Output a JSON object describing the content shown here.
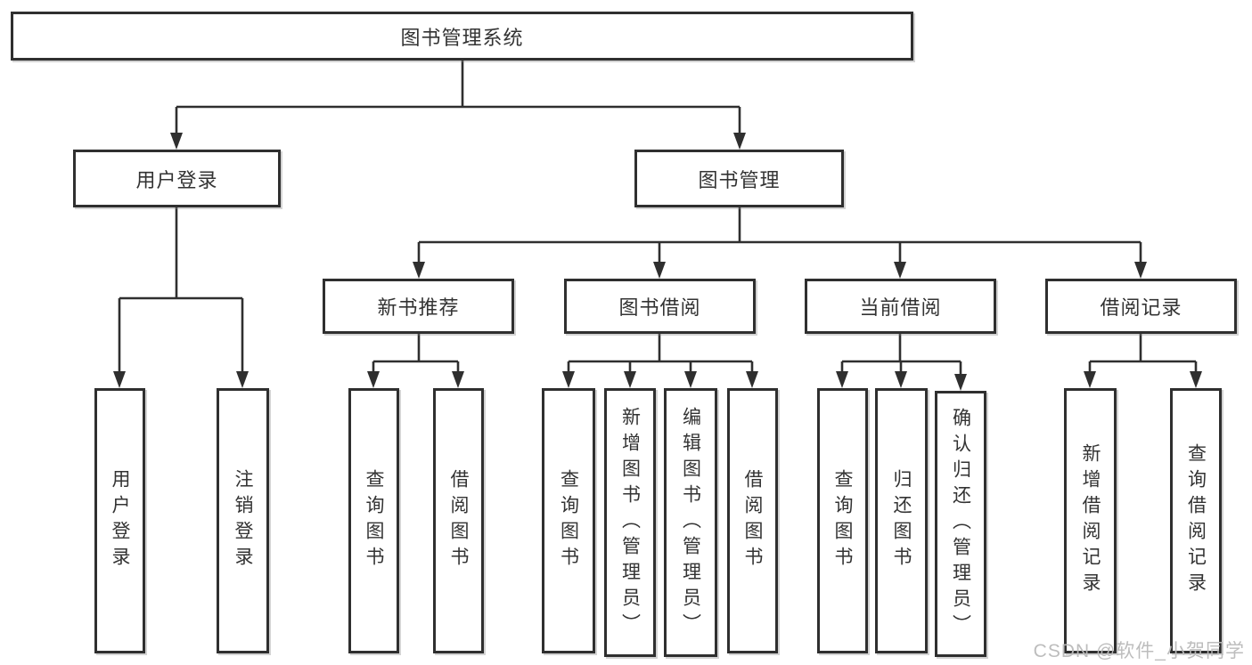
{
  "diagram": {
    "type": "tree",
    "line_color": "#2f2f2f",
    "nodes": {
      "root": "图书管理系统",
      "user_login": "用户登录",
      "book_mgmt": "图书管理",
      "leaf_user_login": "用户登录",
      "leaf_logout": "注销登录",
      "new_book_rec": "新书推荐",
      "book_borrow": "图书借阅",
      "current_borrow": "当前借阅",
      "borrow_records": "借阅记录",
      "nb_query": "查询图书",
      "nb_borrow": "借阅图书",
      "bb_query": "查询图书",
      "bb_add": "新增图书（管理员）",
      "bb_edit": "编辑图书（管理员）",
      "bb_borrow": "借阅图书",
      "cb_query": "查询图书",
      "cb_return": "归还图书",
      "cb_confirm": "确认归还（管理员）",
      "br_add": "新增借阅记录",
      "br_query": "查询借阅记录"
    }
  },
  "watermark": {
    "text": "CSDN @软件_小贺同学"
  }
}
